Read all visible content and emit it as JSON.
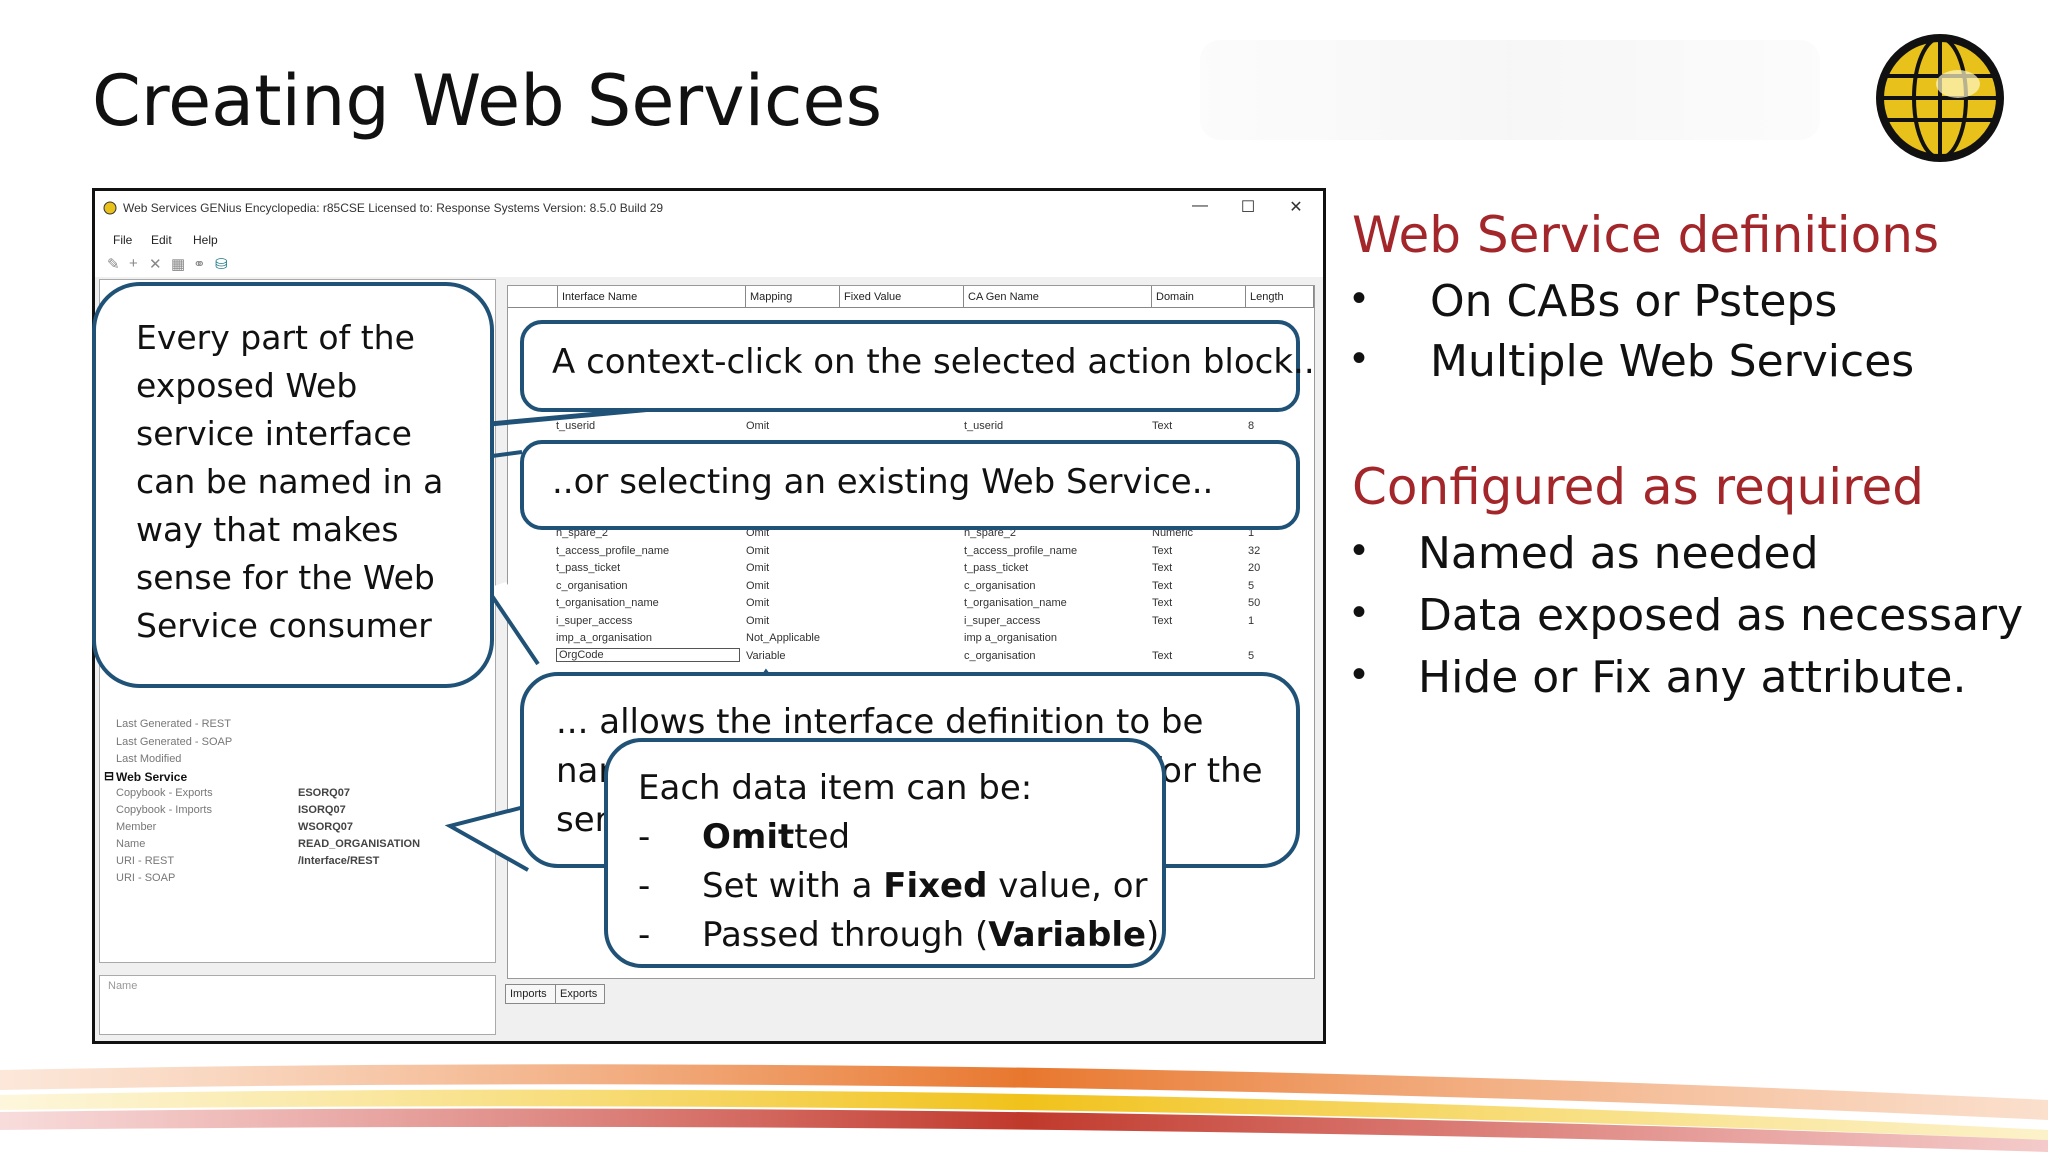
{
  "slide": {
    "title": "Creating Web Services"
  },
  "window": {
    "title": "Web Services GENius   Encyclopedia: r85CSE    Licensed to: Response Systems    Version: 8.5.0 Build 29",
    "controls": {
      "minimize": "—",
      "maximize": "☐",
      "close": "✕"
    },
    "menu": [
      "File",
      "Edit",
      "Help"
    ],
    "toolbar_icons": [
      "pencil-icon",
      "plus-icon",
      "cross-icon",
      "grid-icon",
      "binoculars-icon",
      "database-icon"
    ]
  },
  "properties": {
    "rows": [
      {
        "label": "Last Generated - REST",
        "value": ""
      },
      {
        "label": "Last Generated - SOAP",
        "value": ""
      },
      {
        "label": "Last Modified",
        "value": ""
      }
    ],
    "section": "Web Service",
    "section_rows": [
      {
        "label": "Copybook - Exports",
        "value": "ESORQ07"
      },
      {
        "label": "Copybook - Imports",
        "value": "ISORQ07"
      },
      {
        "label": "Member",
        "value": "WSORQ07"
      },
      {
        "label": "Name",
        "value": "READ_ORGANISATION"
      },
      {
        "label": "URI - REST",
        "value": "/Interface/REST"
      },
      {
        "label": "URI - SOAP",
        "value": ""
      }
    ],
    "name_box_label": "Name"
  },
  "grid": {
    "columns": [
      "Interface Name",
      "Mapping",
      "Fixed Value",
      "CA Gen Name",
      "Domain",
      "Length"
    ],
    "rows": [
      [
        "t_userid",
        "Omit",
        "",
        "t_userid",
        "Text",
        "8"
      ],
      [
        "n_spare_2",
        "Omit",
        "",
        "n_spare_2",
        "Numeric",
        "1"
      ],
      [
        "t_access_profile_name",
        "Omit",
        "",
        "t_access_profile_name",
        "Text",
        "32"
      ],
      [
        "t_pass_ticket",
        "Omit",
        "",
        "t_pass_ticket",
        "Text",
        "20"
      ],
      [
        "c_organisation",
        "Omit",
        "",
        "c_organisation",
        "Text",
        "5"
      ],
      [
        "t_organisation_name",
        "Omit",
        "",
        "t_organisation_name",
        "Text",
        "50"
      ],
      [
        "i_super_access",
        "Omit",
        "",
        "i_super_access",
        "Text",
        "1"
      ],
      [
        "imp_a_organisation",
        "Not_Applicable",
        "",
        "imp a_organisation",
        "",
        ""
      ],
      [
        "OrgCode",
        "Variable",
        "",
        "c_organisation",
        "Text",
        "5"
      ]
    ],
    "tabs": [
      "Imports",
      "Exports"
    ]
  },
  "callouts": {
    "interface_naming": [
      "Every part of the",
      "exposed Web",
      "service interface",
      "can be named in a",
      "way that makes",
      "sense for the Web",
      "Service consumer"
    ],
    "context_click": "A context-click on the selected action block..",
    "select_existing": "..or selecting an existing Web Service..",
    "allows": [
      "... allows the interface definition to be",
      "named in a way that makes sense for the",
      "service consumer"
    ],
    "data_item_intro": "Each data item can be:",
    "data_item_options": [
      {
        "dash": "-",
        "bold": "Omit",
        "rest": "ted"
      },
      {
        "dash": "-",
        "pre": "Set with a ",
        "bold": "Fixed",
        "rest": " value, or"
      },
      {
        "dash": "-",
        "pre": "Passed through (",
        "bold": "Variable",
        "rest": ")"
      }
    ]
  },
  "right_panel": {
    "heading1": "Web Service definitions",
    "bullets1": [
      "On CABs or Psteps",
      "Multiple  Web Services"
    ],
    "heading2": "Configured as required",
    "bullets2": [
      "Named as needed",
      "Data exposed as necessary",
      "Hide or Fix any attribute."
    ],
    "accent_color": "#a3262a",
    "callout_border_color": "#1f5276"
  }
}
